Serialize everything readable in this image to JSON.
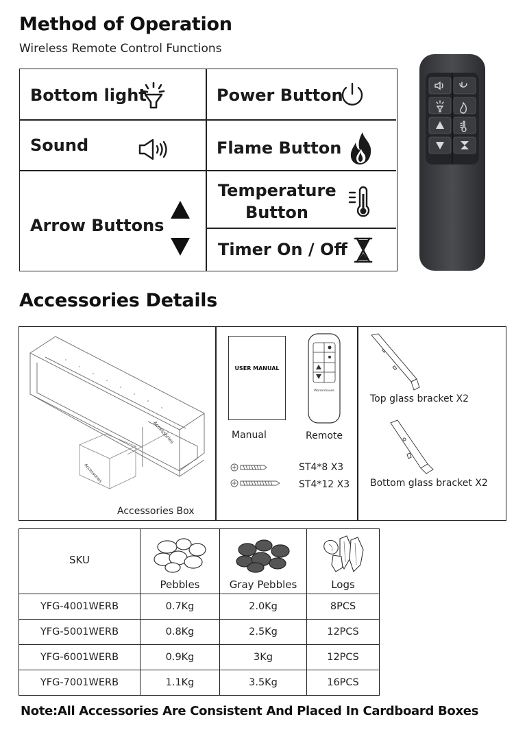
{
  "header": {
    "title": "Method of Operation",
    "subtitle": "Wireless Remote Control Functions"
  },
  "functions": {
    "bottom_light": "Bottom light",
    "power": "Power Button",
    "sound": "Sound",
    "flame": "Flame Button",
    "arrows": "Arrow Buttons",
    "temperature_line1": "Temperature",
    "temperature_line2": "Button",
    "timer": "Timer On / Off"
  },
  "accessories": {
    "title": "Accessories Details",
    "accessories_box_label": "Accessories Box",
    "box_print": "Accessories",
    "manual_cover": "USER MANUAL",
    "manual_label": "Manual",
    "remote_label": "Remote",
    "screw1": "ST4*8 X3",
    "screw2": "ST4*12 X3",
    "top_bracket": "Top glass bracket X2",
    "bottom_bracket": "Bottom glass bracket X2"
  },
  "sku_table": {
    "headers": [
      "SKU",
      "Pebbles",
      "Gray Pebbles",
      "Logs"
    ],
    "rows": [
      [
        "YFG-4001WERB",
        "0.7Kg",
        "2.0Kg",
        "8PCS"
      ],
      [
        "YFG-5001WERB",
        "0.8Kg",
        "2.5Kg",
        "12PCS"
      ],
      [
        "YFG-6001WERB",
        "0.9Kg",
        "3Kg",
        "12PCS"
      ],
      [
        "YFG-7001WERB",
        "1.1Kg",
        "3.5Kg",
        "16PCS"
      ]
    ]
  },
  "note": "Note:All Accessories Are Consistent And Placed In Cardboard Boxes",
  "colors": {
    "remote_body": "#3c3e42",
    "remote_keypad": "#2a2b2e",
    "line": "#222222"
  }
}
